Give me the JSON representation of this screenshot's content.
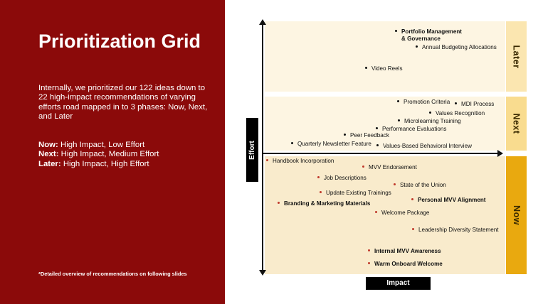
{
  "left": {
    "title": "Prioritization Grid",
    "intro": "Internally, we prioritized our 122 ideas down to 22 high-impact recommendations of varying efforts road mapped in to 3 phases: Now, Next, and Later",
    "phases": [
      {
        "label": "Now:",
        "text": " High Impact, Low Effort"
      },
      {
        "label": "Next:",
        "text": " High Impact, Medium Effort"
      },
      {
        "label": "Later:",
        "text": " High Impact, High Effort"
      }
    ],
    "footnote": "*Detailed overview of recommendations on following slides"
  },
  "colors": {
    "panel": "#8b0a0a",
    "later_band": "#fdf5e2",
    "next_band": "#fdf5e2",
    "now_band": "#f9ebcc",
    "later_tab": "#fbe6b0",
    "next_tab": "#f9dc8f",
    "now_tab": "#e9a90f",
    "now_bullet": "#c0392b"
  },
  "axes": {
    "y_label": "Effort",
    "x_label": "Impact"
  },
  "phase_tabs": {
    "later": "Later",
    "next": "Next",
    "now": "Now"
  },
  "items": {
    "portfolio": "Portfolio Management",
    "portfolio_2": "& Governance",
    "annual": "Annual Budgeting Allocations",
    "video": "Video Reels",
    "promotion": "Promotion Criteria",
    "mdi": "MDI Process",
    "values_recog": "Values Recognition",
    "microlearning": "Microlearning Training",
    "performance": "Performance Evaluations",
    "peer": "Peer Feedback",
    "newsletter": "Quarterly Newsletter Feature",
    "values_based": "Values-Based Behavioral Interview",
    "handbook": "Handbook Incorporation",
    "mvv_endorse": "MVV Endorsement",
    "job_desc": "Job Descriptions",
    "state_union": "State of the Union",
    "update_train": "Update Existing Trainings",
    "personal_mvv": "Personal MVV Alignment",
    "branding": "Branding & Marketing Materials",
    "welcome_pkg": "Welcome Package",
    "leadership": "Leadership Diversity Statement",
    "internal_mvv": "Internal MVV Awareness",
    "warm_onboard": "Warm Onboard Welcome"
  }
}
